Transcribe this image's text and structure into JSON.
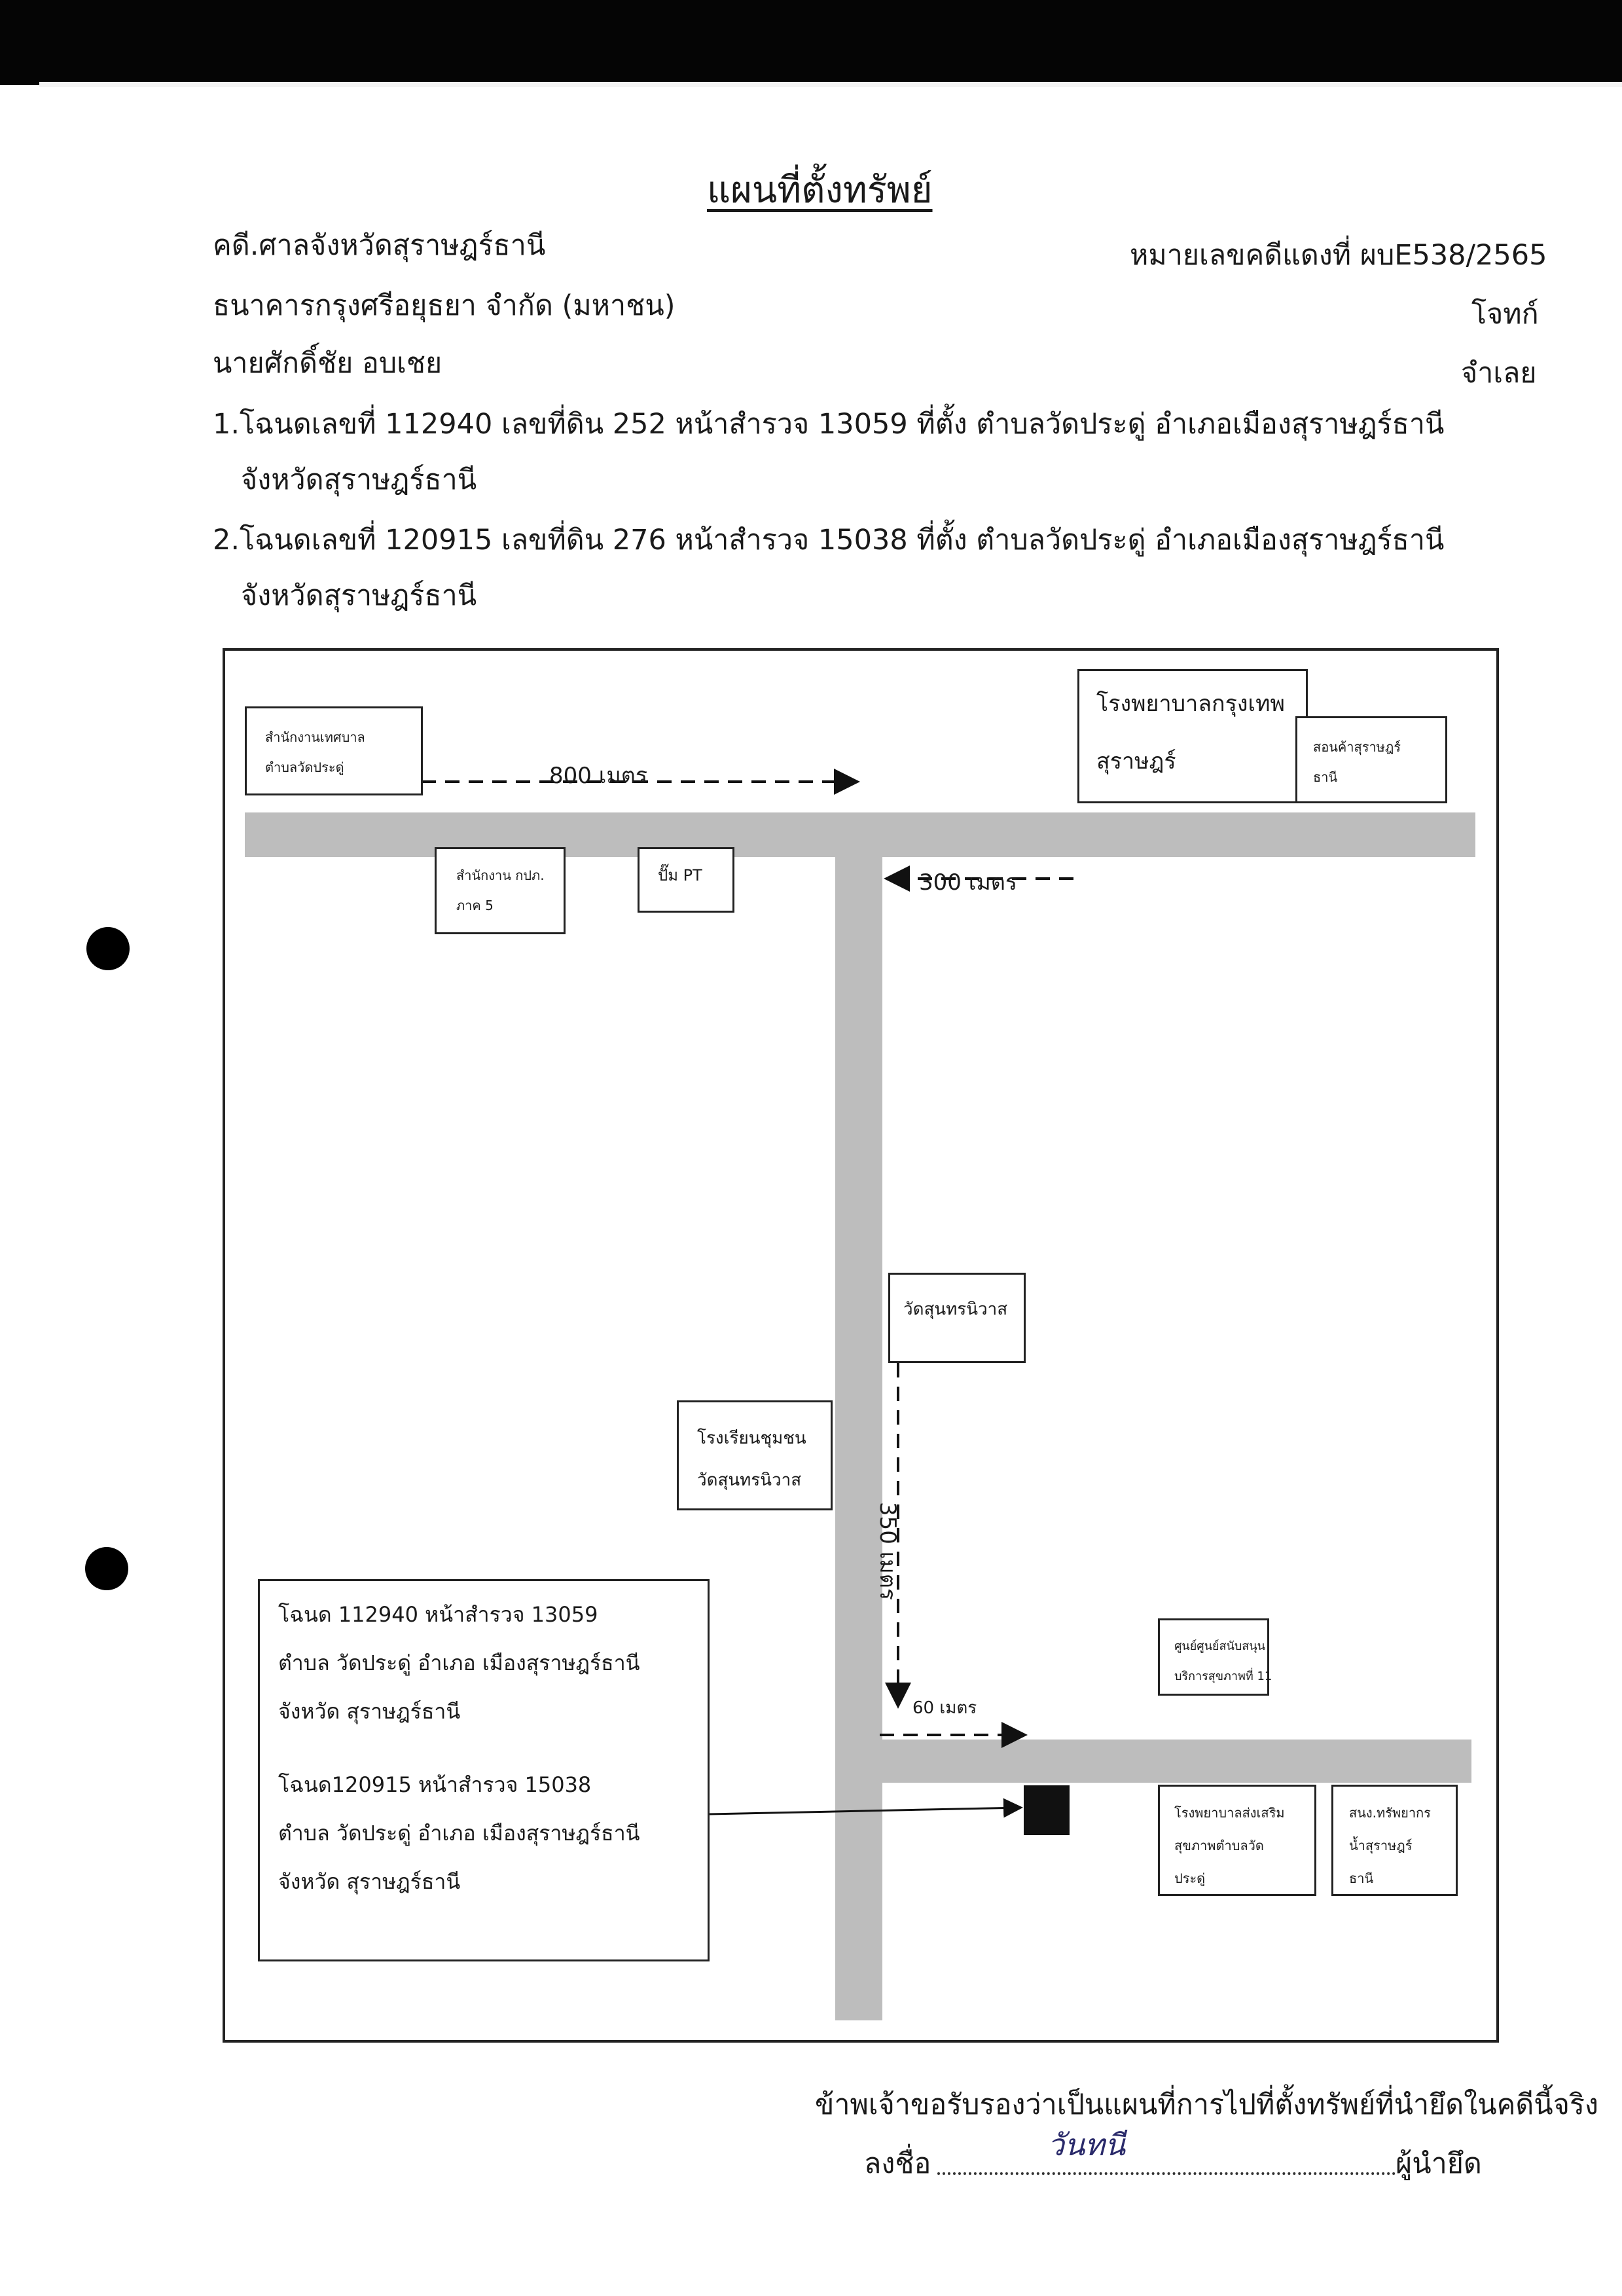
{
  "page": {
    "title": "แผนที่ตั้งทรัพย์",
    "case_court": "คดี.ศาลจังหวัดสุราษฎร์ธานี",
    "case_number": "หมายเลขคดีแดงที่ ผบE538/2565",
    "plaintiff_name": "ธนาคารกรุงศรีอยุธยา จำกัด (มหาชน)",
    "plaintiff_label": "โจทก์",
    "defendant_name": "นายศักดิ์ชัย อบเชย",
    "defendant_label": "จำเลย",
    "deed_1_line1": "1.โฉนดเลขที่ 112940 เลขที่ดิน 252 หน้าสำรวจ 13059 ที่ตั้ง ตำบลวัดประดู่ อำเภอเมืองสุราษฎร์ธานี",
    "deed_1_line2": "จังหวัดสุราษฎร์ธานี",
    "deed_2_line1": "2.โฉนดเลขที่ 120915 เลขที่ดิน 276 หน้าสำรวจ 15038 ที่ตั้ง ตำบลวัดประดู่ อำเภอเมืองสุราษฎร์ธานี",
    "deed_2_line2": "จังหวัดสุราษฎร์ธานี"
  },
  "map": {
    "box_municipal_office_l1": "สำนักงานเทศบาล",
    "box_municipal_office_l2": "ตำบลวัดประดู่",
    "dist_800": "800 เมตร",
    "box_hospital_l1": "โรงพยาบาลกรุงเทพ",
    "box_hospital_l2": "สุราษฎร์",
    "box_store_l1": "สอนค้าสุราษฎร์",
    "box_store_l2": "ธานี",
    "box_pea_l1": "สำนักงาน กปภ.",
    "box_pea_l2": "ภาค 5",
    "box_pt": "ปั๊ม PT",
    "dist_300": "300 เมตร",
    "box_temple": "วัดสุนทรนิวาส",
    "box_school_l1": "โรงเรียนชุมชน",
    "box_school_l2": "วัดสุนทรนิวาส",
    "dist_350": "350 เมตร",
    "box_health_center_l1": "ศูนย์ศูนย์สนับสนุน",
    "box_health_center_l2": "บริการสุขภาพที่ 11",
    "dist_60": "60 เมตร",
    "box_subdistrict_hospital_l1": "โรงพยาบาลส่งเสริม",
    "box_subdistrict_hospital_l2": "สุขภาพตำบลวัด",
    "box_subdistrict_hospital_l3": "ประดู่",
    "box_water_l1": "สนง.ทรัพยากร",
    "box_water_l2": "น้ำสุราษฎร์",
    "box_water_l3": "ธานี",
    "legend_deed1_l1": "โฉนด 112940  หน้าสำรวจ  13059",
    "legend_deed1_l2": "ตำบล วัดประดู่  อำเภอ  เมืองสุราษฎร์ธานี",
    "legend_deed1_l3": "จังหวัด สุราษฎร์ธานี",
    "legend_deed2_l1": "โฉนด120915 หน้าสำรวจ 15038",
    "legend_deed2_l2": "ตำบล วัดประดู่  อำเภอ  เมืองสุราษฎร์ธานี",
    "legend_deed2_l3": "จังหวัด สุราษฎร์ธานี"
  },
  "footer": {
    "certify": "ข้าพเจ้าขอรับรองว่าเป็นแผนที่การไปที่ตั้งทรัพย์ที่นำยึดในคดีนี้จริง",
    "sign_label": "ลงชื่อ",
    "signature": "วันทนี",
    "seizer_label": "ผู้นำยึด"
  },
  "colors": {
    "road": "#bdbdbd",
    "ink": "#1a1a1a",
    "property_marker": "#111111"
  }
}
